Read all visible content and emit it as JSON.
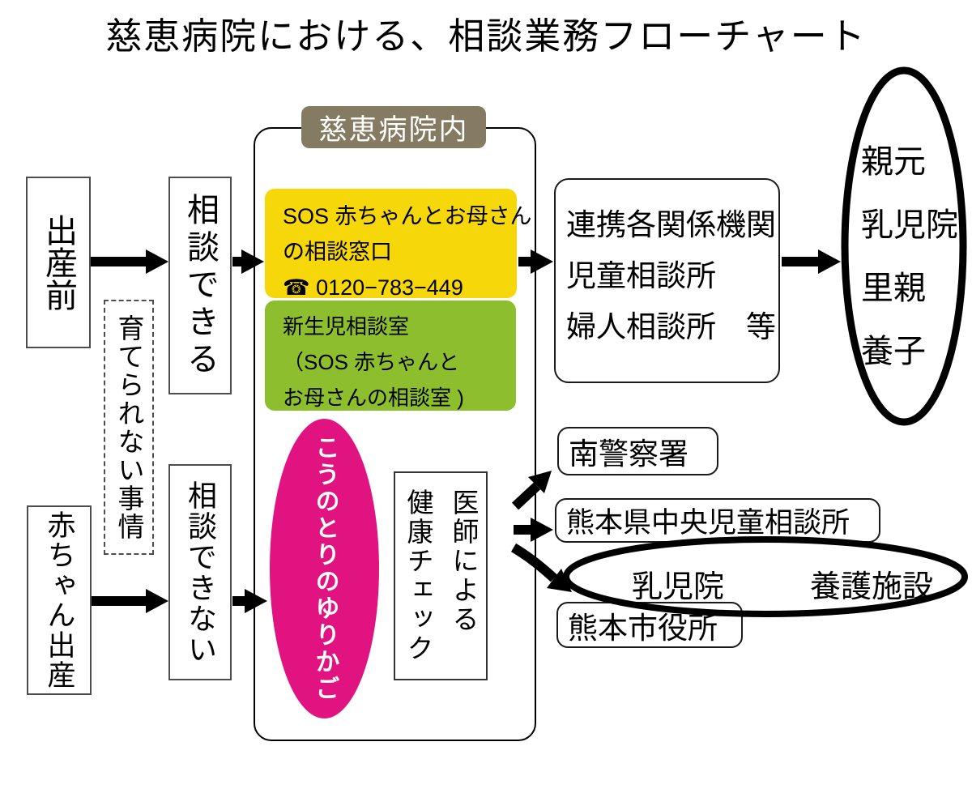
{
  "title": "慈恵病院における、相談業務フローチャート",
  "colors": {
    "yellow": "#F5D70A",
    "green": "#8CBE2E",
    "pink": "#E01380",
    "taupe": "#857A62"
  },
  "stages": {
    "before_birth": "出産前",
    "baby_birth": "赤ちゃん出産",
    "cannot_raise_note": "育てられない事情",
    "can_consult": "相談できる",
    "cannot_consult": "相談できない"
  },
  "hospital": {
    "label": "慈恵病院内",
    "sos_window": {
      "lines": [
        "SOS 赤ちゃんとお母さん",
        "の相談窓口",
        "☎ 0120−783−449"
      ]
    },
    "newborn_room": {
      "lines": [
        "新生児相談室",
        "（SOS 赤ちゃんと",
        "お母さんの相談室 )"
      ]
    },
    "cradle_label": "こうのとりのゆりかご",
    "doctor_check": {
      "lines": [
        "医師による",
        "健康チェック"
      ]
    }
  },
  "partners": {
    "agencies": {
      "lines": [
        "連携各関係機関",
        "児童相談所",
        "婦人相談所　等"
      ]
    },
    "outcomes": {
      "lines": [
        "親元",
        "乳児院",
        "里親",
        "養子"
      ]
    },
    "police": "南警察署",
    "child_center": "熊本県中央児童相談所",
    "facilities": {
      "lines": [
        "乳児院",
        "養護施設"
      ]
    },
    "city_hall": "熊本市役所"
  }
}
